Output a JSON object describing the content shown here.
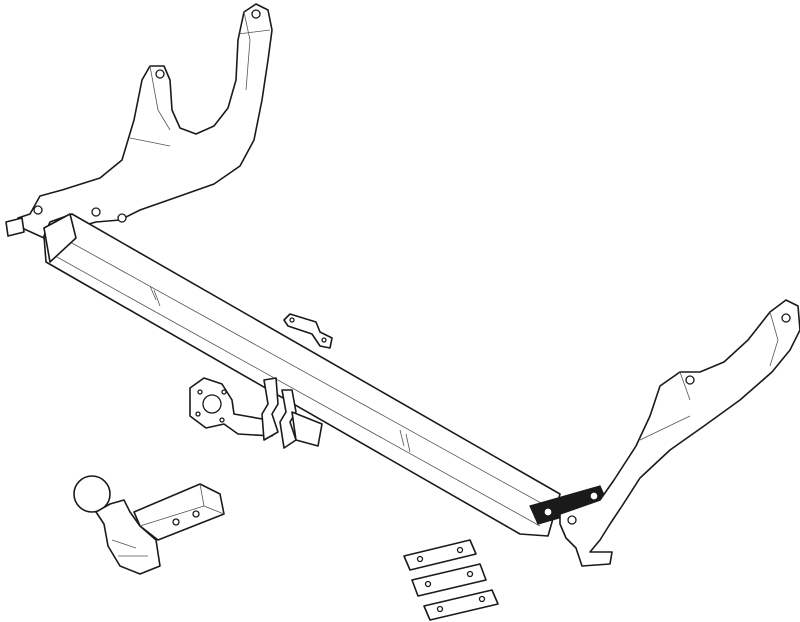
{
  "drawing": {
    "style": "technical line drawing",
    "colors": {
      "line": "#1a1a1a",
      "background": "#ffffff",
      "plate_fill": "#1a1a1a"
    },
    "parts": [
      "left-bracket",
      "crossbar",
      "right-bracket",
      "small-bracket",
      "socket-plate",
      "ball-hitch",
      "spacer-plate",
      "spacer-plate",
      "spacer-plate"
    ]
  }
}
